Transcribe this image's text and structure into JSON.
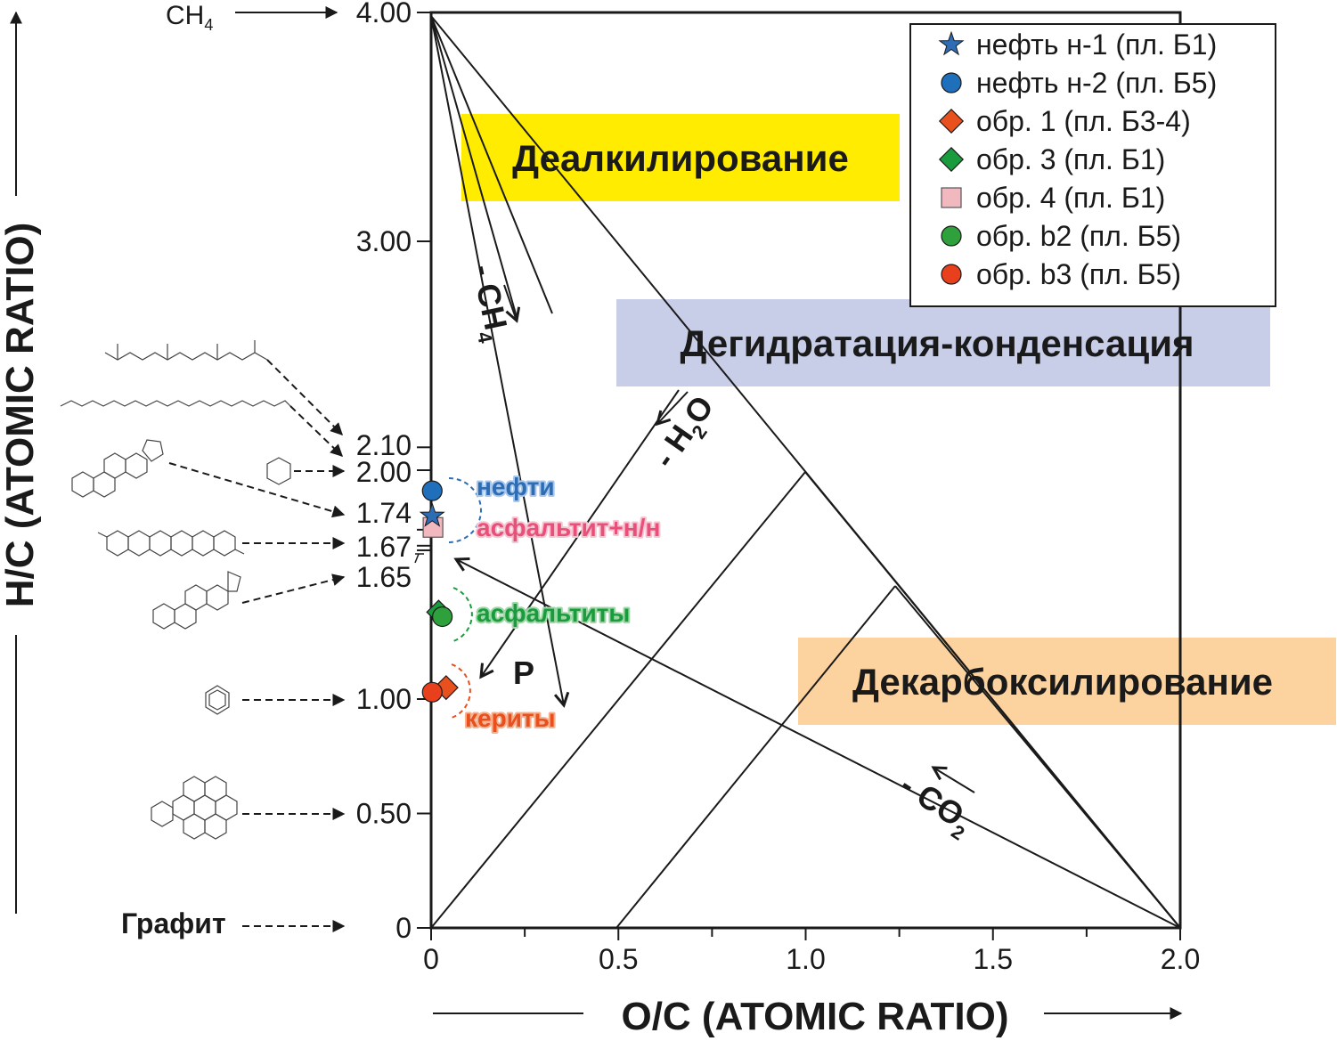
{
  "chart_data": {
    "type": "scatter",
    "title": "",
    "xlabel": "O/C (ATOMIC RATIO)",
    "ylabel": "H/C (ATOMIC RATIO)",
    "xlim": [
      0,
      2
    ],
    "ylim": [
      0,
      4
    ],
    "x_ticks": [
      "0",
      "0.5",
      "1.0",
      "1.5",
      "2.0"
    ],
    "y_ticks": [
      {
        "value": 0,
        "label": "0"
      },
      {
        "value": 0.5,
        "label": "0.50"
      },
      {
        "value": 1.0,
        "label": "1.00"
      },
      {
        "value": 1.65,
        "label": "1.65"
      },
      {
        "value": 1.67,
        "label": "1.67"
      },
      {
        "value": 1.74,
        "label": "1.74"
      },
      {
        "value": 2.0,
        "label": "2.00"
      },
      {
        "value": 2.1,
        "label": "2.10"
      },
      {
        "value": 3.0,
        "label": "3.00"
      },
      {
        "value": 4.0,
        "label": "4.00"
      }
    ],
    "series": [
      {
        "name": "нефть н-1 (пл. Б1)",
        "marker": "star",
        "color": "#2e6db4",
        "points": [
          {
            "x": 0.003,
            "y": 1.8
          }
        ]
      },
      {
        "name": "нефть н-2 (пл. Б5)",
        "marker": "circle",
        "color": "#1f6fba",
        "points": [
          {
            "x": 0.003,
            "y": 1.91
          }
        ]
      },
      {
        "name": "обр. 1 (пл. Б3-4)",
        "marker": "diamond",
        "color": "#e8501d",
        "points": [
          {
            "x": 0.04,
            "y": 1.05
          }
        ]
      },
      {
        "name": "обр. 3 (пл. Б1)",
        "marker": "diamond",
        "color": "#1a9c3e",
        "points": [
          {
            "x": 0.02,
            "y": 1.38
          }
        ]
      },
      {
        "name": "обр. 4 (пл. Б1)",
        "marker": "square",
        "color": "#f2b8c0",
        "points": [
          {
            "x": 0.005,
            "y": 1.75
          }
        ]
      },
      {
        "name": "обр. b2 (пл. Б5)",
        "marker": "circle",
        "color": "#2ea03c",
        "points": [
          {
            "x": 0.03,
            "y": 1.36
          }
        ]
      },
      {
        "name": "обр. b3 (пл. Б5)",
        "marker": "circle",
        "color": "#e8401d",
        "points": [
          {
            "x": 0.003,
            "y": 1.03
          }
        ]
      }
    ],
    "regions": [
      {
        "label": "Деалкилирование",
        "color": "#ffec00"
      },
      {
        "label": "Дегидратация-конденсация",
        "color": "#c8cde8"
      },
      {
        "label": "Декарбоксилирование",
        "color": "#fcd29f"
      }
    ],
    "reaction_labels": [
      "- CH",
      "4",
      "- H",
      "2",
      "O",
      "- CO",
      "2",
      "P"
    ],
    "group_labels": [
      {
        "text": "нефти",
        "color": "#2e6db4",
        "halo": "#a9c8ee"
      },
      {
        "text": "асфальтит+н/н",
        "color": "#e8507a",
        "halo": "#f5c6d2"
      },
      {
        "text": "асфальтиты",
        "color": "#1a9c3e",
        "halo": "#9ed8a6"
      },
      {
        "text": "кериты",
        "color": "#e8501d",
        "halo": "#f6b191"
      }
    ],
    "side_labels": {
      "methane": "CH",
      "methane_sub": "4",
      "graphite": "Графит"
    },
    "legend": "top-right",
    "grid": false
  }
}
